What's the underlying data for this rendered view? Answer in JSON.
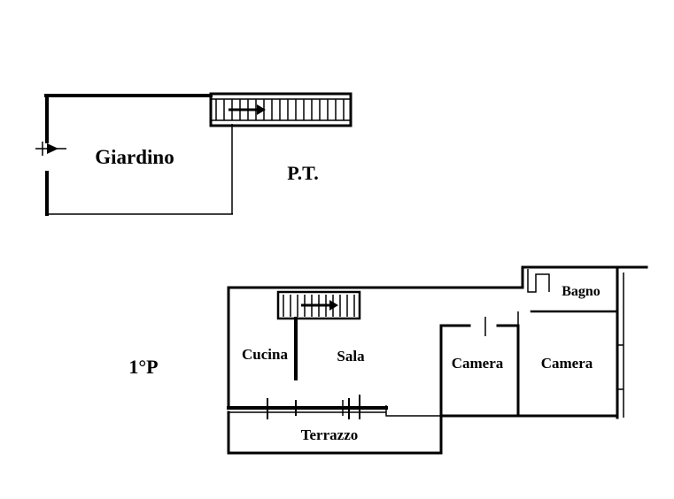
{
  "ground_floor": {
    "level_label": "P.T.",
    "rooms": {
      "garden": "Giardino"
    }
  },
  "first_floor": {
    "level_label": "1°P",
    "rooms": {
      "kitchen": "Cucina",
      "living": "Sala",
      "bedroom_1": "Camera",
      "bedroom_2": "Camera",
      "bathroom": "Bagno",
      "terrace": "Terrazzo"
    }
  }
}
